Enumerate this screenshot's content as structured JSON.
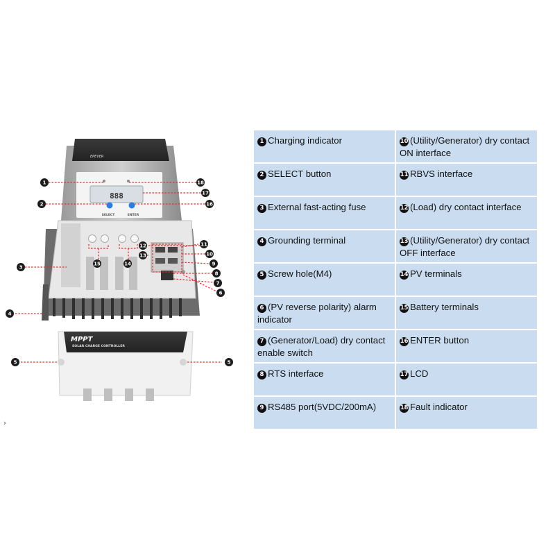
{
  "device": {
    "brand": "EPEVER",
    "lcd_readout": "888",
    "select_label": "SELECT",
    "enter_label": "ENTER",
    "cover_title": "MPPT",
    "cover_subtitle": "SOLAR CHARGE CONTROLLER"
  },
  "callouts": [
    "1",
    "2",
    "3",
    "4",
    "5",
    "5",
    "6",
    "7",
    "8",
    "9",
    "10",
    "11",
    "12",
    "13",
    "14",
    "15",
    "16",
    "17",
    "18"
  ],
  "legend": {
    "rows": [
      {
        "left": {
          "num": "1",
          "text": "Charging indicator"
        },
        "right": {
          "num": "10",
          "text": "(Utility/Generator) dry contact ON interface"
        }
      },
      {
        "left": {
          "num": "2",
          "text": "SELECT button"
        },
        "right": {
          "num": "11",
          "text": "RBVS interface"
        }
      },
      {
        "left": {
          "num": "3",
          "text": "External fast-acting fuse"
        },
        "right": {
          "num": "12",
          "text": "(Load) dry contact interface"
        }
      },
      {
        "left": {
          "num": "4",
          "text": "Grounding terminal"
        },
        "right": {
          "num": "13",
          "text": "(Utility/Generator) dry contact OFF interface"
        }
      },
      {
        "left": {
          "num": "5",
          "text": "Screw hole(M4)"
        },
        "right": {
          "num": "14",
          "text": "PV terminals"
        }
      },
      {
        "left": {
          "num": "6",
          "text": "(PV reverse polarity) alarm indicator"
        },
        "right": {
          "num": "15",
          "text": "Battery terminals"
        }
      },
      {
        "left": {
          "num": "7",
          "text": "(Generator/Load) dry contact enable switch"
        },
        "right": {
          "num": "16",
          "text": "ENTER button"
        }
      },
      {
        "left": {
          "num": "8",
          "text": "RTS interface"
        },
        "right": {
          "num": "17",
          "text": "LCD"
        }
      },
      {
        "left": {
          "num": "9",
          "text": "RS485 port(5VDC/200mA)"
        },
        "right": {
          "num": "18",
          "text": "Fault indicator"
        }
      }
    ]
  },
  "ui": {
    "expand_glyph": "›"
  },
  "colors": {
    "table_cell": "#c9dcf0",
    "leader": "#e03030",
    "select_button": "#2a7de1"
  }
}
